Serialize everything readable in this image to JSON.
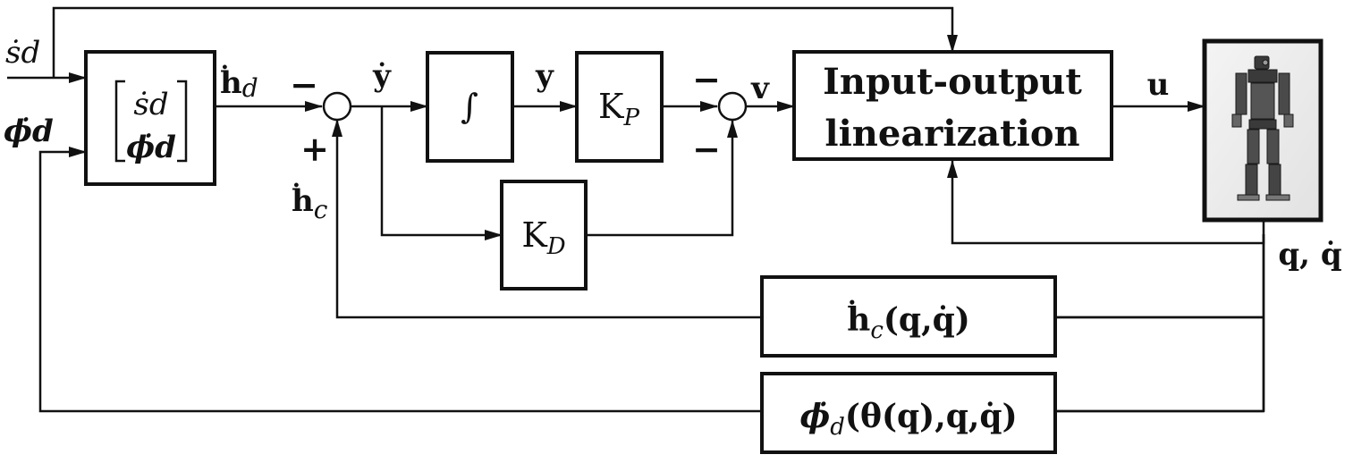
{
  "inputs": {
    "s_dot_d": "ṡd",
    "phi_dot_d": "ϕ̇d"
  },
  "blocks": {
    "vector": {
      "row1": "ṡd",
      "row2": "ϕ̇d"
    },
    "integrator": "∫",
    "kp": {
      "main": "K",
      "sub": "P"
    },
    "kd": {
      "main": "K",
      "sub": "D"
    },
    "linearization": {
      "line1": "Input-output",
      "line2": "linearization"
    },
    "hc_block": {
      "main": "ḣ",
      "sub": "c",
      "args": "(q,q̇)"
    },
    "phi_block": {
      "main": "ϕ̇",
      "sub": "d",
      "args": "(θ(q),q,q̇)"
    }
  },
  "signals": {
    "hd": {
      "main": "ḣ",
      "sub": "d"
    },
    "hc": {
      "main": "ḣ",
      "sub": "c"
    },
    "y_dot": "ẏ",
    "y": "y",
    "v": "v",
    "u": "u",
    "q_qdot": "q, q̇"
  },
  "signs": {
    "sum1_top": "−",
    "sum1_bottom": "+",
    "sum2_top": "−",
    "sum2_bottom": "−"
  }
}
